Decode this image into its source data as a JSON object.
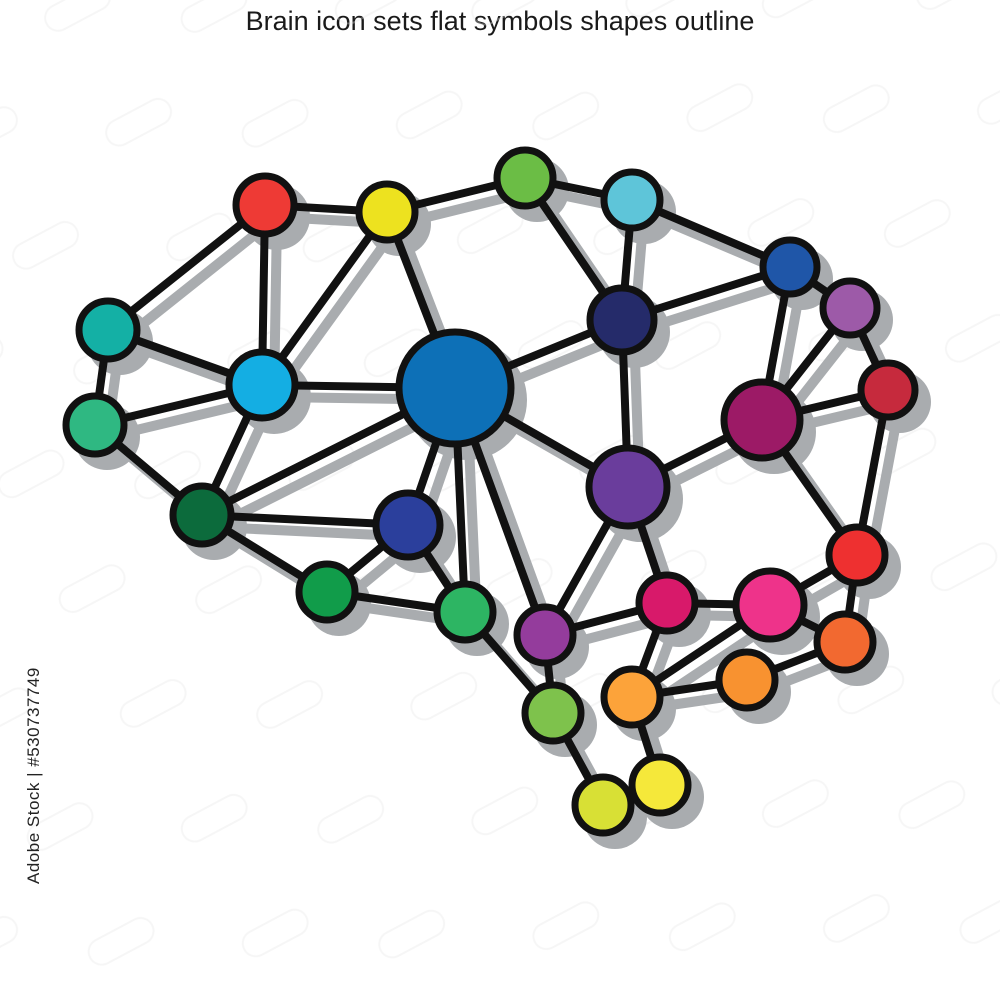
{
  "title": "Brain icon sets flat symbols shapes outline",
  "stock_id": "Adobe Stock | #530737749",
  "colors": {
    "background": "#ffffff",
    "outline": "#111111",
    "shadow": "#a9acaf"
  },
  "nodes": [
    {
      "id": "n1",
      "name": "node-red-top",
      "color": "#ee3a35"
    },
    {
      "id": "n2",
      "name": "node-yellow-top",
      "color": "#ede21f"
    },
    {
      "id": "n3",
      "name": "node-green-top",
      "color": "#6bbd45"
    },
    {
      "id": "n4",
      "name": "node-cyan-top",
      "color": "#5ec5d9"
    },
    {
      "id": "n5",
      "name": "node-blue-right",
      "color": "#1f56a8"
    },
    {
      "id": "n6",
      "name": "node-lavender-right",
      "color": "#9d5aa8"
    },
    {
      "id": "n7",
      "name": "node-teal-left",
      "color": "#14b0a5"
    },
    {
      "id": "n8",
      "name": "node-skyblue",
      "color": "#14aee3"
    },
    {
      "id": "n9",
      "name": "node-central-blue",
      "color": "#0d70b7"
    },
    {
      "id": "n10",
      "name": "node-navy",
      "color": "#252b6a"
    },
    {
      "id": "n11",
      "name": "node-crimson-right",
      "color": "#c62a3d"
    },
    {
      "id": "n12",
      "name": "node-magenta-dark",
      "color": "#9c1a66"
    },
    {
      "id": "n13",
      "name": "node-green-left",
      "color": "#2fb882"
    },
    {
      "id": "n14",
      "name": "node-purple",
      "color": "#6a3d9c"
    },
    {
      "id": "n15",
      "name": "node-darkgreen",
      "color": "#0c6b3c"
    },
    {
      "id": "n16",
      "name": "node-royalblue",
      "color": "#2b3f9c"
    },
    {
      "id": "n17",
      "name": "node-red-right",
      "color": "#ee3030"
    },
    {
      "id": "n18",
      "name": "node-green-bottom",
      "color": "#119c4a"
    },
    {
      "id": "n19",
      "name": "node-green-mid",
      "color": "#2db563"
    },
    {
      "id": "n20",
      "name": "node-violet",
      "color": "#943c9c"
    },
    {
      "id": "n21",
      "name": "node-rose",
      "color": "#d8196a"
    },
    {
      "id": "n22",
      "name": "node-pink",
      "color": "#ee338a"
    },
    {
      "id": "n23",
      "name": "node-orange-red",
      "color": "#f26930"
    },
    {
      "id": "n24",
      "name": "node-lightorange",
      "color": "#fca33a"
    },
    {
      "id": "n25",
      "name": "node-orange",
      "color": "#f89230"
    },
    {
      "id": "n26",
      "name": "node-lightgreen",
      "color": "#7ec24c"
    },
    {
      "id": "n27",
      "name": "node-lime",
      "color": "#d8e035"
    },
    {
      "id": "n28",
      "name": "node-yellow-bottom",
      "color": "#f5e83a"
    }
  ]
}
